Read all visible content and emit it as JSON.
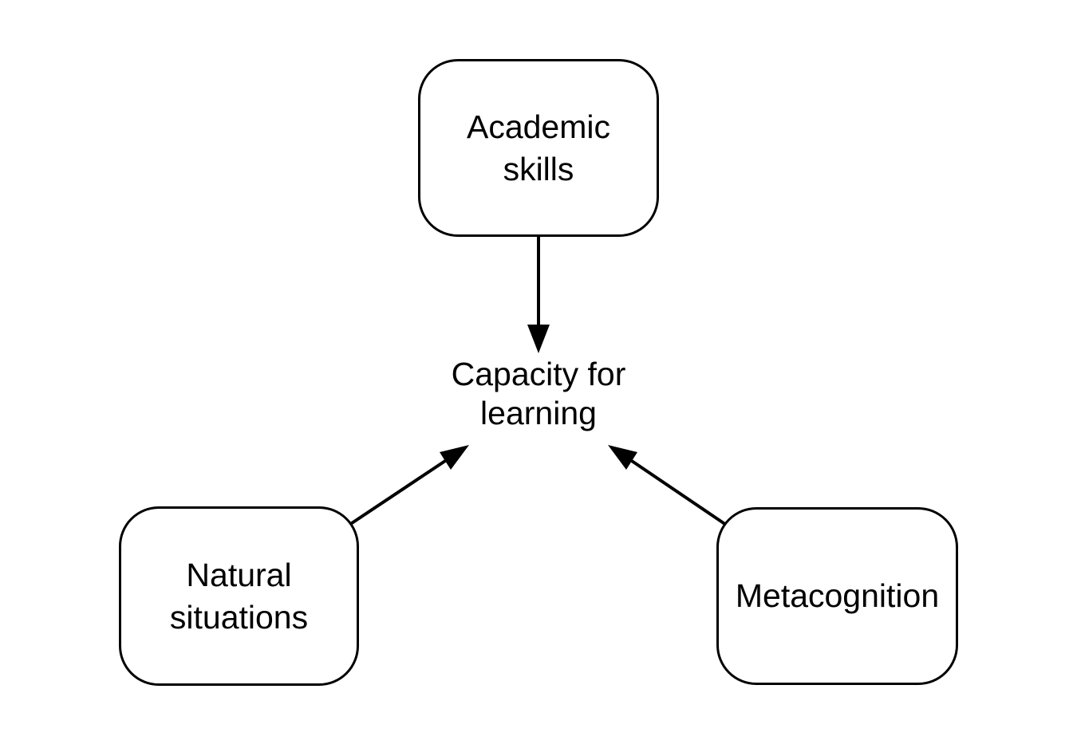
{
  "diagram": {
    "background_color": "#ffffff",
    "stroke_color": "#000000",
    "text_color": "#000000",
    "nodes": [
      {
        "id": "academic-skills",
        "label": "Academic skills",
        "shape": "rounded-rectangle"
      },
      {
        "id": "natural-situations",
        "label": "Natural situations",
        "shape": "rounded-rectangle"
      },
      {
        "id": "metacognition",
        "label": "Metacognition",
        "shape": "rounded-rectangle"
      },
      {
        "id": "capacity-for-learning",
        "label": "Capacity for learning",
        "shape": "plain-text"
      }
    ],
    "edges": [
      {
        "from": "academic-skills",
        "to": "capacity-for-learning",
        "style": "solid",
        "arrowhead": "filled-triangle"
      },
      {
        "from": "natural-situations",
        "to": "capacity-for-learning",
        "style": "solid",
        "arrowhead": "filled-triangle"
      },
      {
        "from": "metacognition",
        "to": "capacity-for-learning",
        "style": "solid",
        "arrowhead": "filled-triangle"
      }
    ]
  }
}
